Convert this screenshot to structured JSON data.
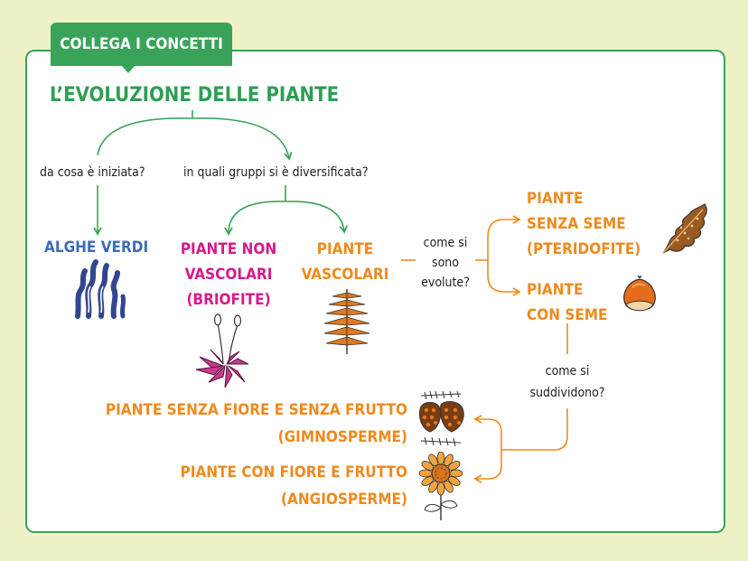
{
  "header": {
    "tab_label": "COLLEGA I CONCETTI"
  },
  "title": "L’EVOLUZIONE DELLE PIANTE",
  "questions": {
    "start": "da cosa è iniziata?",
    "groups": "in quali gruppi si è diversificata?",
    "evolved": [
      "come si",
      "sono",
      "evolute?"
    ],
    "divided": [
      "come si",
      "suddividono?"
    ]
  },
  "nodes": {
    "alghe": "ALGHE VERDI",
    "non_vascolari": [
      "PIANTE NON",
      "VASCOLARI",
      "(BRIOFITE)"
    ],
    "vascolari": [
      "PIANTE",
      "VASCOLARI"
    ],
    "senza_seme": [
      "PIANTE",
      "SENZA SEME",
      "(PTERIDOFITE)"
    ],
    "con_seme": [
      "PIANTE",
      "CON SEME"
    ],
    "gimnosperme": [
      "PIANTE SENZA FIORE E SENZA FRUTTO",
      "(GIMNOSPERME)"
    ],
    "angiosperme": [
      "PIANTE CON FIORE E FRUTTO",
      "(ANGIOSPERME)"
    ]
  },
  "icons": [
    "algae-icon",
    "moss-icon",
    "fern-icon",
    "oak-leaf-icon",
    "chestnut-icon",
    "pine-cone-icon",
    "sunflower-icon"
  ],
  "colors": {
    "green": "#2f9e55",
    "blue": "#3d6cb5",
    "pink": "#d6198a",
    "orange": "#ee8a1d"
  }
}
